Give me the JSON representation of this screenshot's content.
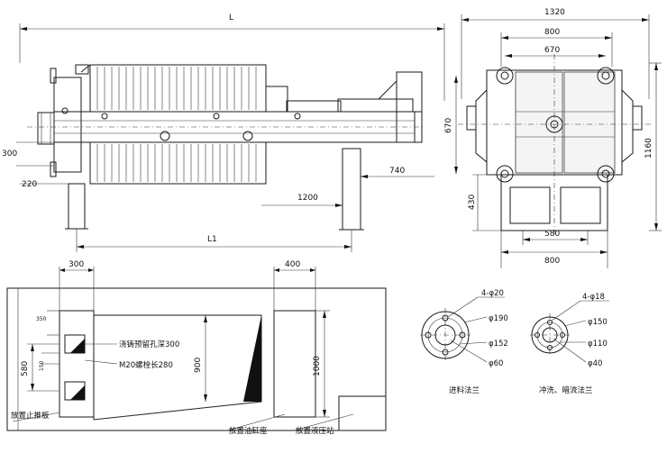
{
  "dimensions": {
    "front": {
      "overall": "L",
      "between_legs": "L1",
      "d300": "300",
      "d220": "220",
      "d1200": "1200",
      "d740": "740"
    },
    "side": {
      "d1320": "1320",
      "d800_top": "800",
      "d670_top": "670",
      "d670_right": "670",
      "d1160": "1160",
      "d430": "430",
      "d580": "580",
      "d800_bottom": "800"
    },
    "foundation": {
      "d300": "300",
      "d400": "400",
      "d350": "350",
      "d150": "150",
      "d580": "580",
      "d900": "900",
      "d1000": "1000"
    }
  },
  "foundation_notes": {
    "cast_hole": "浇铸预留孔深300",
    "anchor_bolt": "M20螺栓长280",
    "stop_plate": "放置止推板",
    "cylinder_seat": "放置油缸座",
    "hydraulic_station": "放置液压站"
  },
  "flange_inlet": {
    "holes": "4-φ20",
    "d1": "φ190",
    "d2": "φ152",
    "d3": "φ60",
    "caption": "进料法兰"
  },
  "flange_wash": {
    "holes": "4-φ18",
    "d1": "φ150",
    "d2": "φ110",
    "d3": "φ40",
    "caption": "冲洗、暗流法兰"
  }
}
